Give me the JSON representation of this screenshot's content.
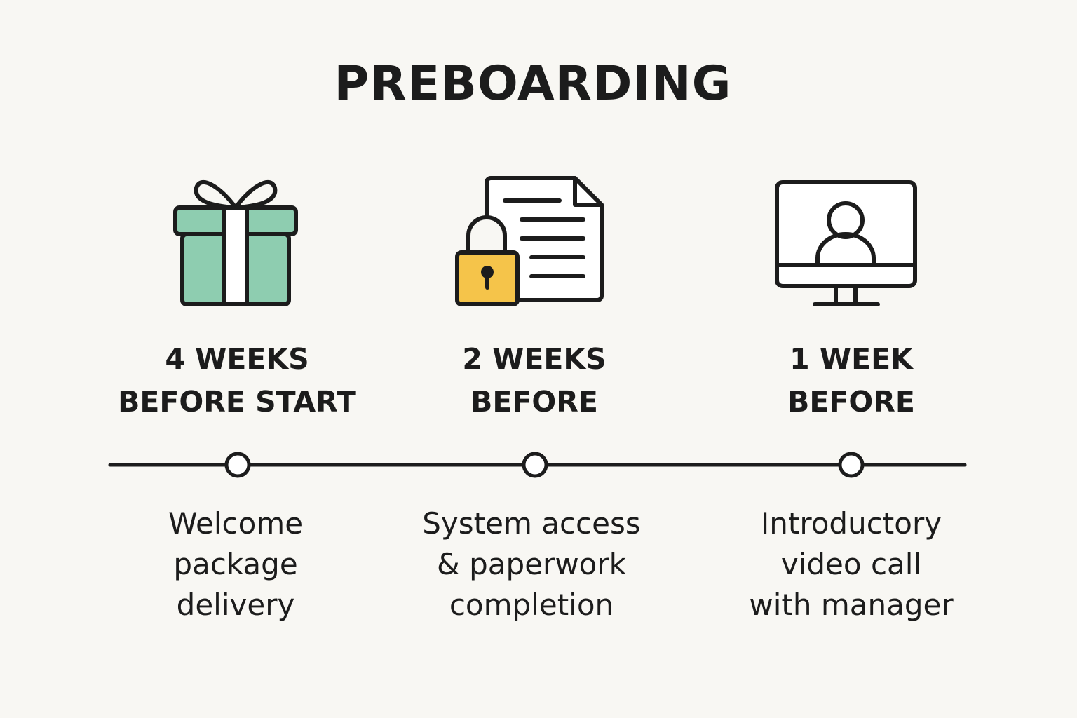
{
  "title": "PREBOARDING",
  "colors": {
    "background": "#f8f7f3",
    "gift": "#8ecdb0",
    "lock": "#f5c44a",
    "stroke": "#1c1c1c"
  },
  "steps": [
    {
      "icon": "gift-icon",
      "when": [
        "4 WEEKS",
        "BEFORE START"
      ],
      "desc": [
        "Welcome",
        "package",
        "delivery"
      ]
    },
    {
      "icon": "locked-document-icon",
      "when": [
        "2 WEEKS",
        "BEFORE"
      ],
      "desc": [
        "System access",
        "& paperwork",
        "completion"
      ]
    },
    {
      "icon": "video-call-monitor-icon",
      "when": [
        "1 WEEK",
        "BEFORE"
      ],
      "desc": [
        "Introductory",
        "video call",
        "with manager"
      ]
    }
  ]
}
